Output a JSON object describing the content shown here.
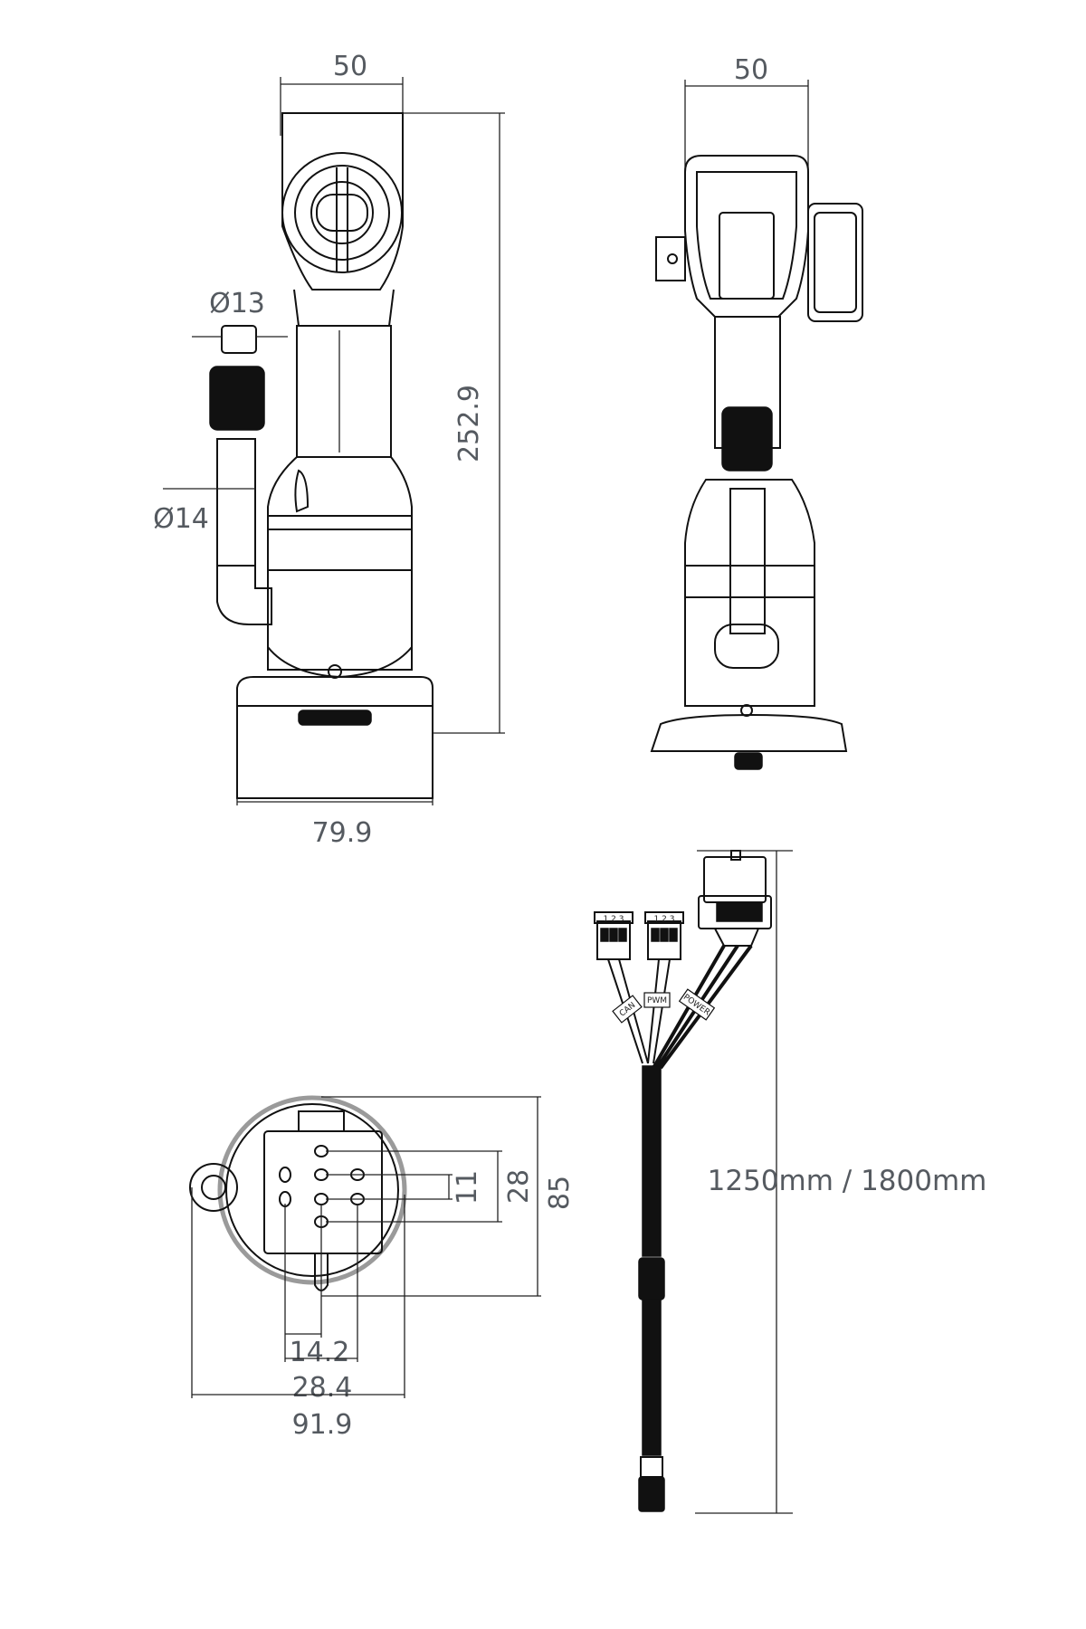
{
  "front_view": {
    "width_top": "50",
    "height_total": "252.9",
    "nozzle_diameter": "Ø13",
    "tube_diameter": "Ø14",
    "base_width": "79.9"
  },
  "side_view": {
    "width_top": "50"
  },
  "bottom_view": {
    "hole_pitch_small_v": "11",
    "hole_pitch_large_v": "28",
    "body_height": "85",
    "hole_pitch_small_h": "14.2",
    "hole_pitch_large_h": "28.4",
    "overall_width": "91.9"
  },
  "cable": {
    "length_label": "1250mm / 1800mm",
    "tag_can": "CAN",
    "tag_pwm": "PWM",
    "tag_power": "POWER",
    "pin_label": "1 2 3"
  }
}
